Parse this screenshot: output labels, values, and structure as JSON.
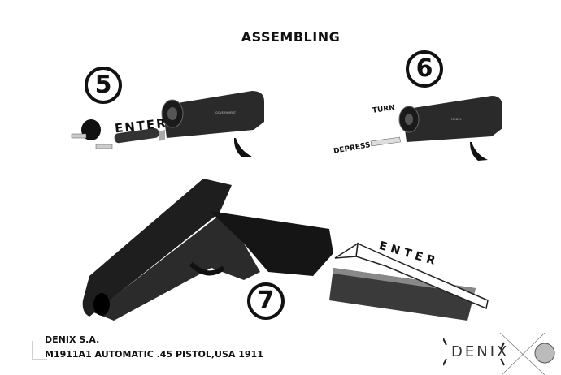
{
  "title": "ASSEMBLING",
  "steps": [
    {
      "number": "5",
      "labels": [
        "ENTER"
      ]
    },
    {
      "number": "6",
      "labels": [
        "TURN",
        "DEPRESS"
      ]
    },
    {
      "number": "7",
      "labels": [
        "ENTER"
      ]
    }
  ],
  "engraving": {
    "line1": "GOVERNMENT",
    "line2": "MODEL"
  },
  "footer": {
    "company": "DENIX S.A.",
    "model": "M1911A1 AUTOMATIC .45 PISTOL,USA 1911"
  },
  "logo": {
    "text": "DENIX"
  }
}
